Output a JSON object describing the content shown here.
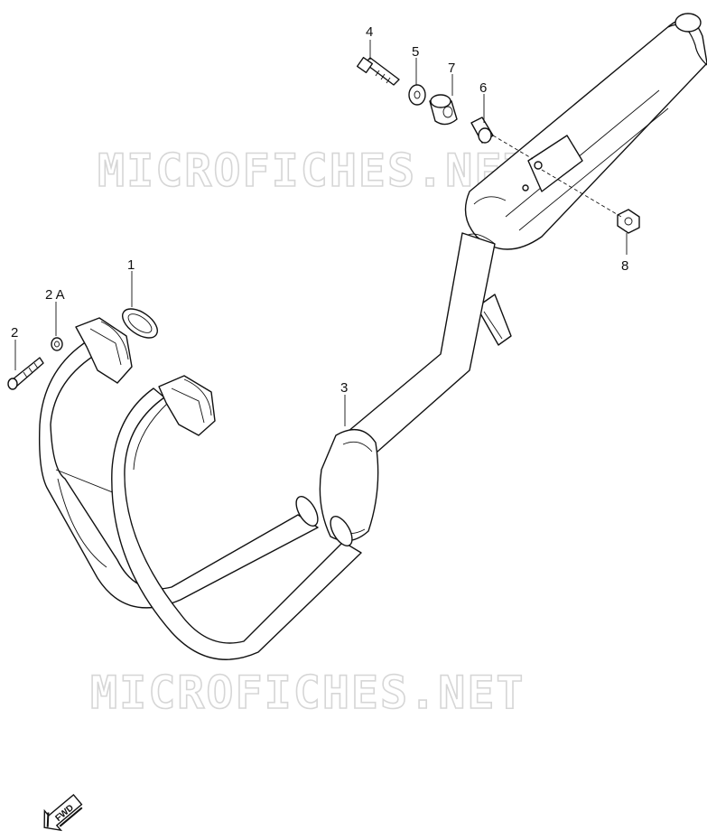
{
  "watermarks": [
    "MICROFICHES.NET",
    "MICROFICHES.NET"
  ],
  "callouts": {
    "c1": "1",
    "c2": "2",
    "c2a": "2 A",
    "c3": "3",
    "c4": "4",
    "c5": "5",
    "c6": "6",
    "c7": "7",
    "c8": "8"
  },
  "fwd_label": "FWD",
  "icons": [
    "fwd-arrow-icon"
  ]
}
